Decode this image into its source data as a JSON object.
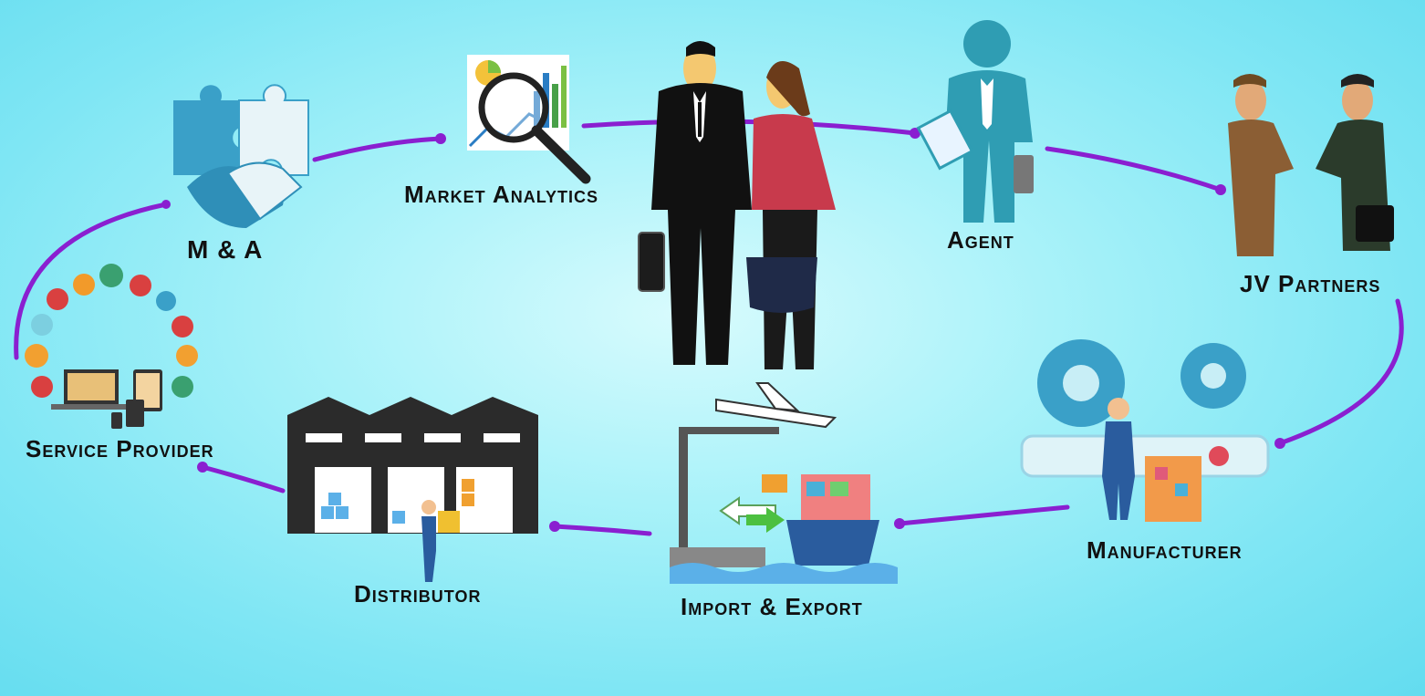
{
  "nodes": {
    "ma": {
      "label": "M & A",
      "icon": "puzzle-handshake-icon"
    },
    "market_analytics": {
      "label": "Market Analytics",
      "icon": "magnifier-chart-icon"
    },
    "agent": {
      "label": "Agent",
      "icon": "agent-briefcase-icon"
    },
    "jv_partners": {
      "label": "JV Partners",
      "icon": "handshake-businessmen-icon"
    },
    "manufacturer": {
      "label": "Manufacturer",
      "icon": "gears-factory-icon"
    },
    "import_export": {
      "label": "Import & Export",
      "icon": "ship-plane-crane-icon"
    },
    "distributor": {
      "label": "Distributor",
      "icon": "warehouse-icon"
    },
    "service_provider": {
      "label": "Service Provider",
      "icon": "devices-apps-icon"
    }
  },
  "center": {
    "icon": "business-couple-icon"
  },
  "colors": {
    "connector": "#8a1fd0",
    "background": "#9beff8"
  }
}
